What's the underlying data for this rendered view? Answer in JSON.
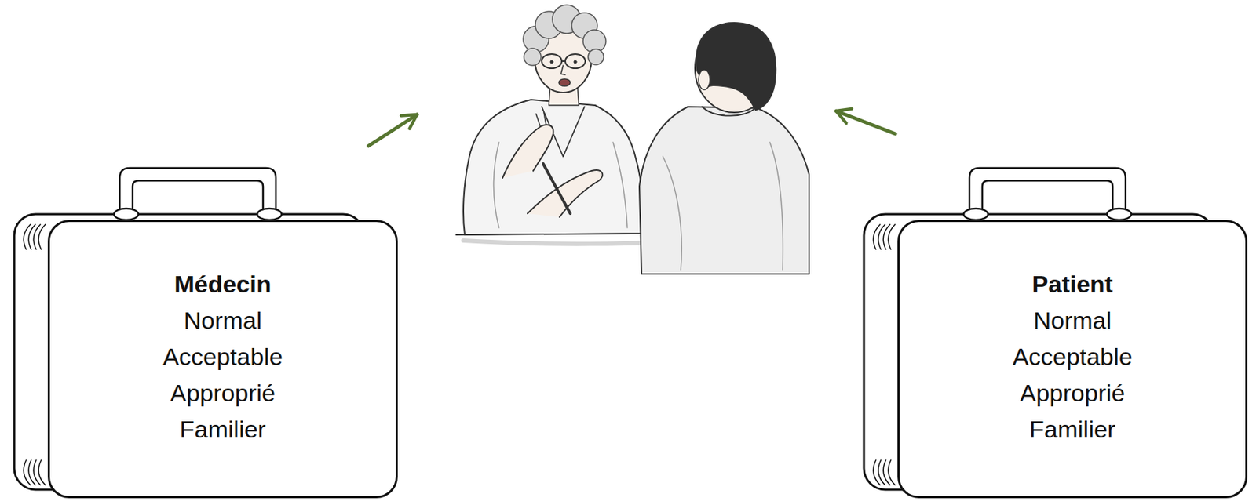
{
  "diagram": {
    "nodes": [
      {
        "text": [
          "Médecin",
          "Normal Acceptable Approprié Familier"
        ]
      },
      {
        "text": [
          "Patient",
          "Normal Acceptable Approprié Familier"
        ]
      }
    ]
  }
}
